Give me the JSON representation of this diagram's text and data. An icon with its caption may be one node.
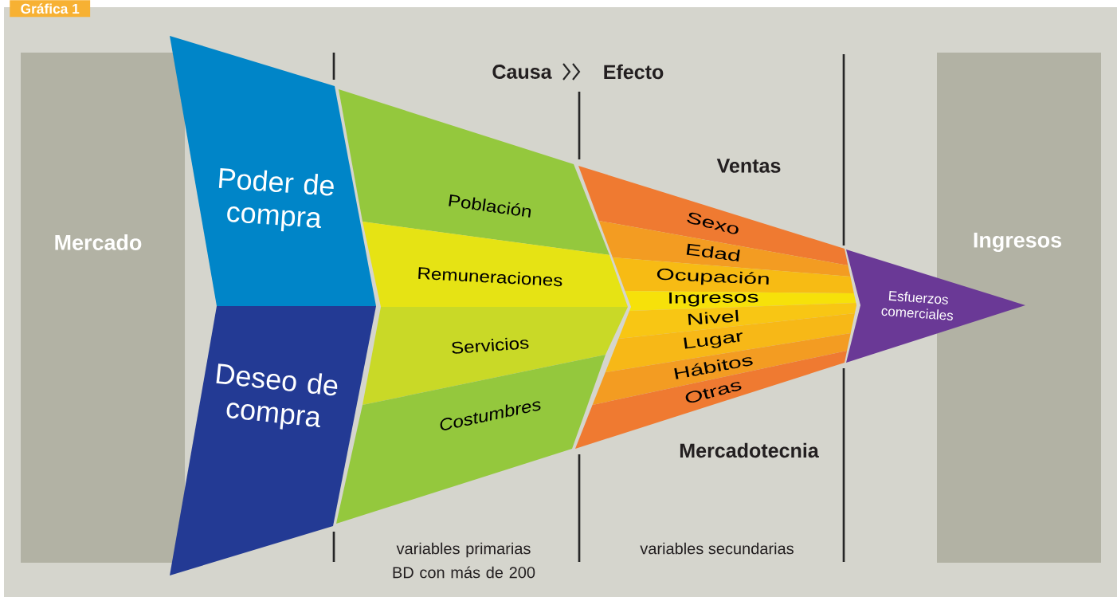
{
  "diagram": {
    "title": "Gráfica 1",
    "nodes": [
      {
        "text": [
          "Mercado"
        ]
      },
      {
        "text": [
          "Poder de compra"
        ]
      },
      {
        "text": [
          "Deseo de compra"
        ]
      },
      {
        "text": [
          "Población"
        ]
      },
      {
        "text": [
          "Remuneraciones"
        ]
      },
      {
        "text": [
          "Servicios"
        ]
      },
      {
        "text": [
          "Costumbres"
        ]
      },
      {
        "text": [
          "Sexo"
        ]
      },
      {
        "text": [
          "Edad"
        ]
      },
      {
        "text": [
          "Ocupación"
        ]
      },
      {
        "text": [
          "Ingresos"
        ]
      },
      {
        "text": [
          "Nivel"
        ]
      },
      {
        "text": [
          "Lugar"
        ]
      },
      {
        "text": [
          "Hábitos"
        ]
      },
      {
        "text": [
          "Otras"
        ]
      },
      {
        "text": [
          "Esfuerzos comerciales"
        ]
      },
      {
        "text": [
          "Ingresos"
        ]
      }
    ],
    "labels": [
      "Causa",
      "Efecto",
      "Ventas",
      "Mercadotecnia",
      "variables primarias BD con más de 200",
      "variables secundarias"
    ]
  }
}
